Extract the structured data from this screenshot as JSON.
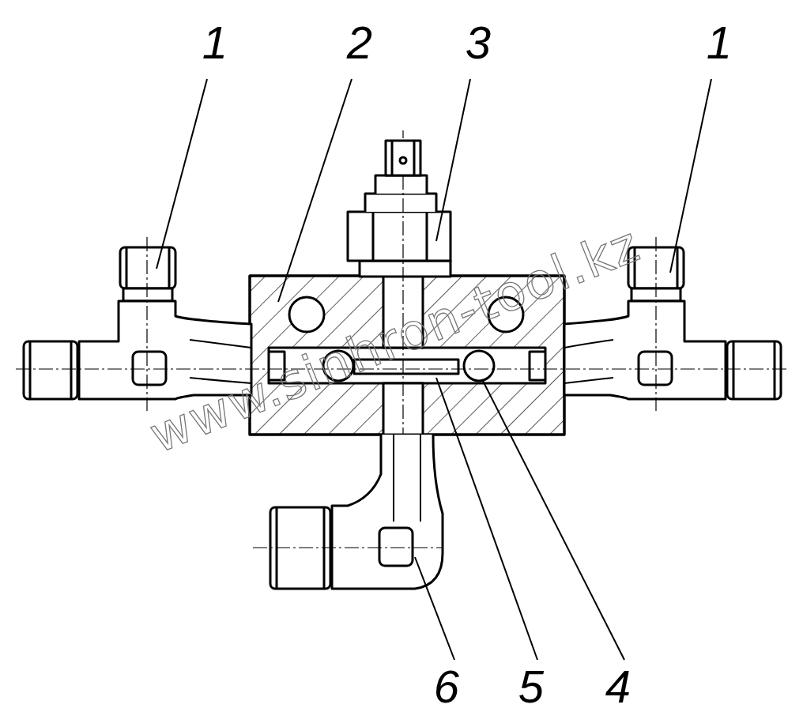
{
  "diagram": {
    "labels": [
      "1",
      "2",
      "3",
      "1",
      "6",
      "5",
      "4",
      "www.sinhron-tool.kz"
    ]
  }
}
